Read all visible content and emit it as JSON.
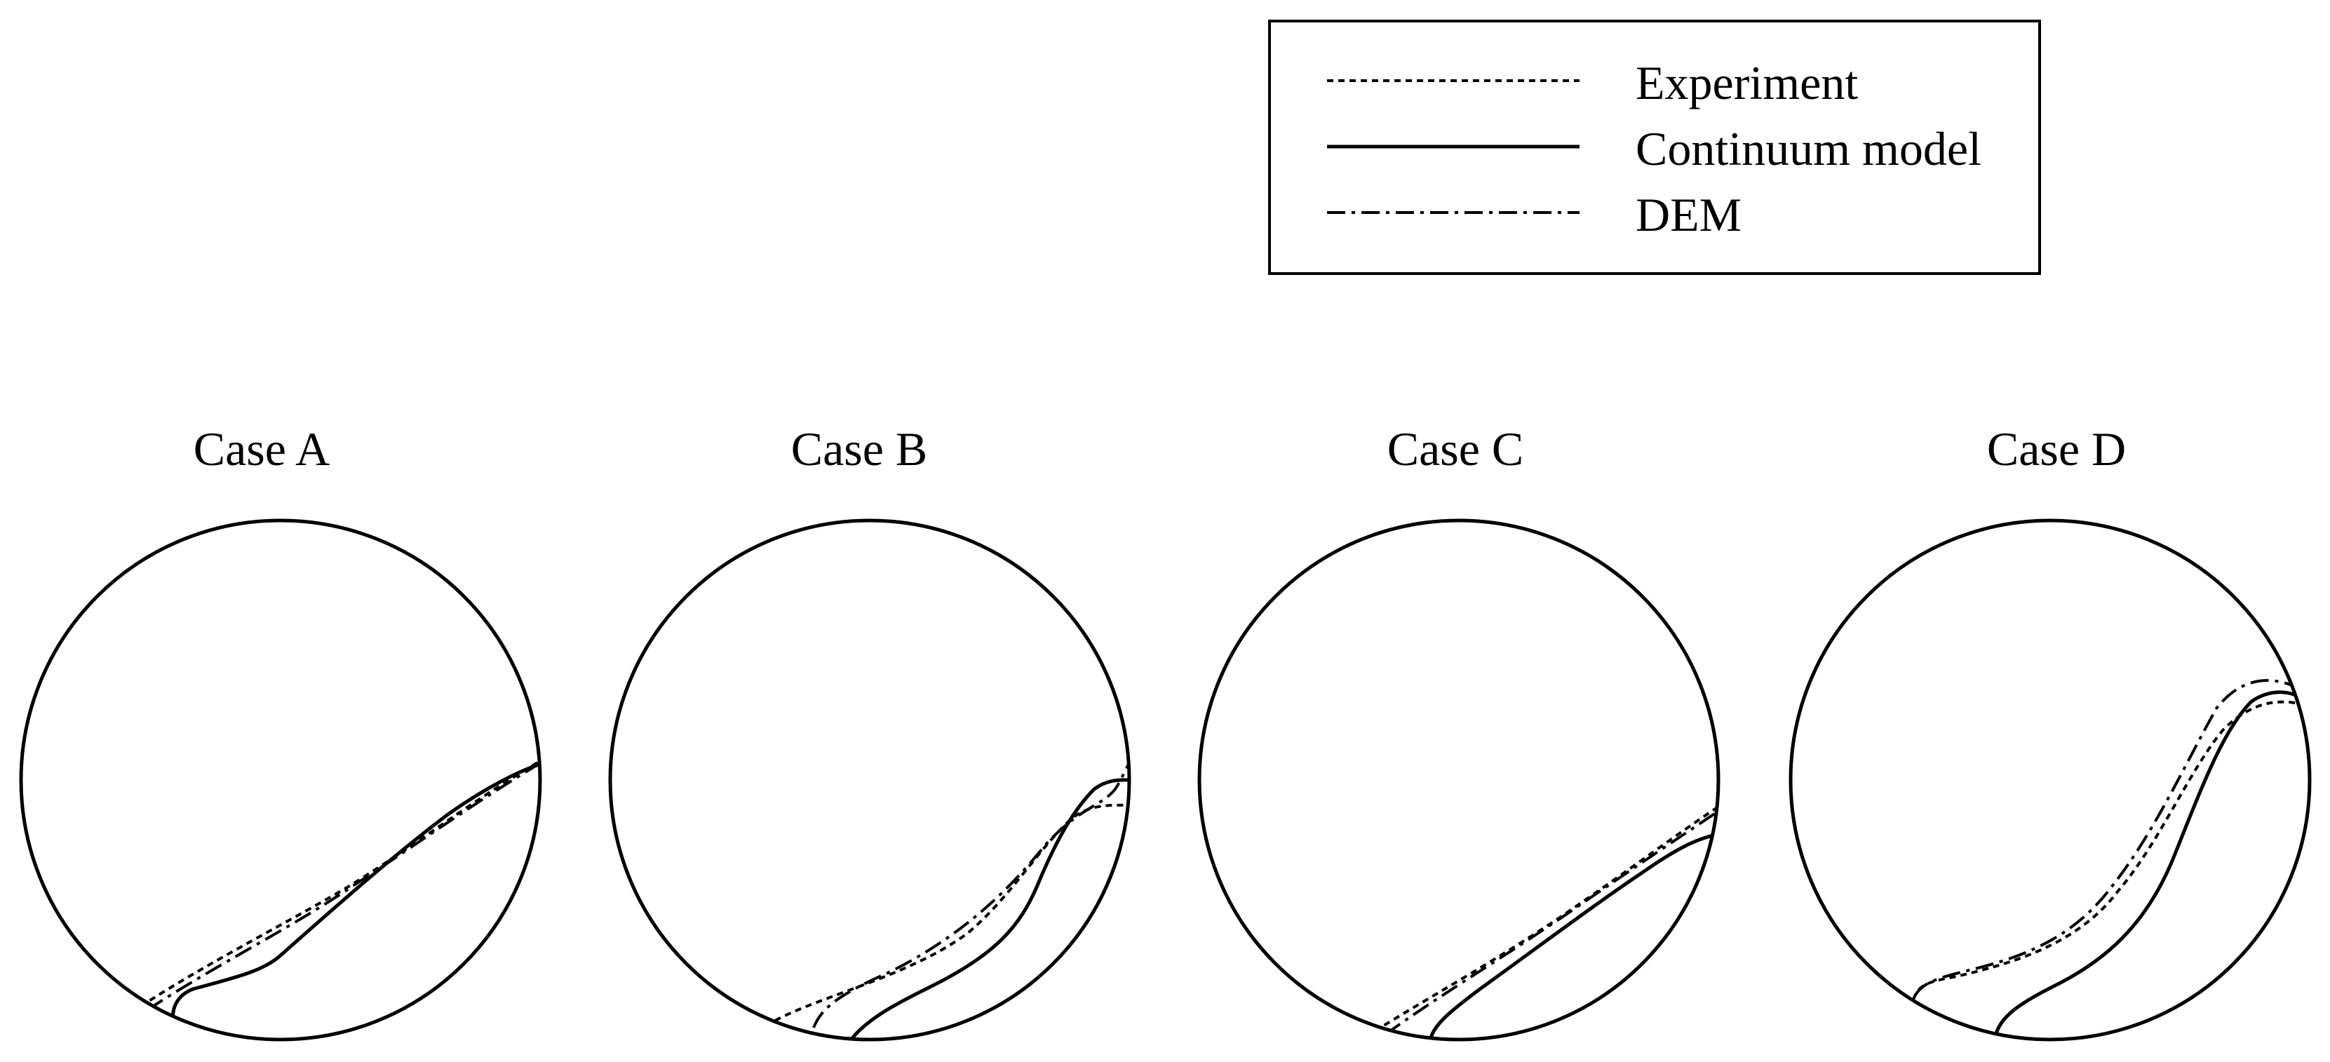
{
  "legend": {
    "items": [
      {
        "label": "Experiment",
        "style": "dotted"
      },
      {
        "label": "Continuum model",
        "style": "solid"
      },
      {
        "label": "DEM",
        "style": "dashdot"
      }
    ]
  },
  "cases": [
    {
      "title": "Case A"
    },
    {
      "title": "Case B"
    },
    {
      "title": "Case C"
    },
    {
      "title": "Case D"
    }
  ],
  "colors": {
    "line": "#000000",
    "background": "#ffffff"
  }
}
